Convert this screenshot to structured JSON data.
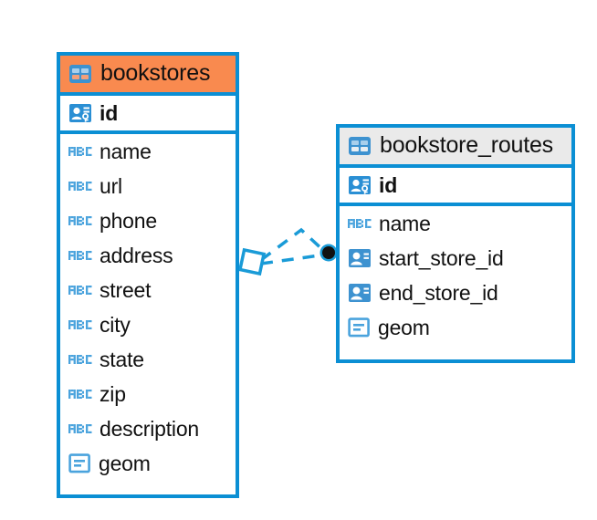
{
  "diagram": {
    "type": "entity-relationship-diagram",
    "background_color": "#ffffff",
    "accent_color": "#0b8fd4",
    "highlight_color": "#f98a4f"
  },
  "entities": [
    {
      "id": "bookstores",
      "title": "bookstores",
      "header_style": "accent",
      "header_icon": "table-icon",
      "fields": [
        {
          "name": "id",
          "icon": "primary-key-icon",
          "is_key": true
        },
        {
          "name": "name",
          "icon": "abc-text-icon",
          "is_key": false
        },
        {
          "name": "url",
          "icon": "abc-text-icon",
          "is_key": false
        },
        {
          "name": "phone",
          "icon": "abc-text-icon",
          "is_key": false
        },
        {
          "name": "address",
          "icon": "abc-text-icon",
          "is_key": false
        },
        {
          "name": "street",
          "icon": "abc-text-icon",
          "is_key": false
        },
        {
          "name": "city",
          "icon": "abc-text-icon",
          "is_key": false
        },
        {
          "name": "state",
          "icon": "abc-text-icon",
          "is_key": false
        },
        {
          "name": "zip",
          "icon": "abc-text-icon",
          "is_key": false
        },
        {
          "name": "description",
          "icon": "abc-text-icon",
          "is_key": false
        },
        {
          "name": "geom",
          "icon": "geometry-icon",
          "is_key": false
        }
      ]
    },
    {
      "id": "bookstore_routes",
      "title": "bookstore_routes",
      "header_style": "plain",
      "header_icon": "table-icon",
      "fields": [
        {
          "name": "id",
          "icon": "primary-key-icon",
          "is_key": true
        },
        {
          "name": "name",
          "icon": "abc-text-icon",
          "is_key": false
        },
        {
          "name": "start_store_id",
          "icon": "foreign-key-icon",
          "is_key": false
        },
        {
          "name": "end_store_id",
          "icon": "foreign-key-icon",
          "is_key": false
        },
        {
          "name": "geom",
          "icon": "geometry-icon",
          "is_key": false
        }
      ]
    }
  ],
  "relationship": {
    "style": "dashed",
    "color": "#1a9bd7",
    "source_marker": "diamond-marker",
    "target_marker": "filled-circle-marker",
    "from": "bookstores",
    "to": "bookstore_routes"
  }
}
